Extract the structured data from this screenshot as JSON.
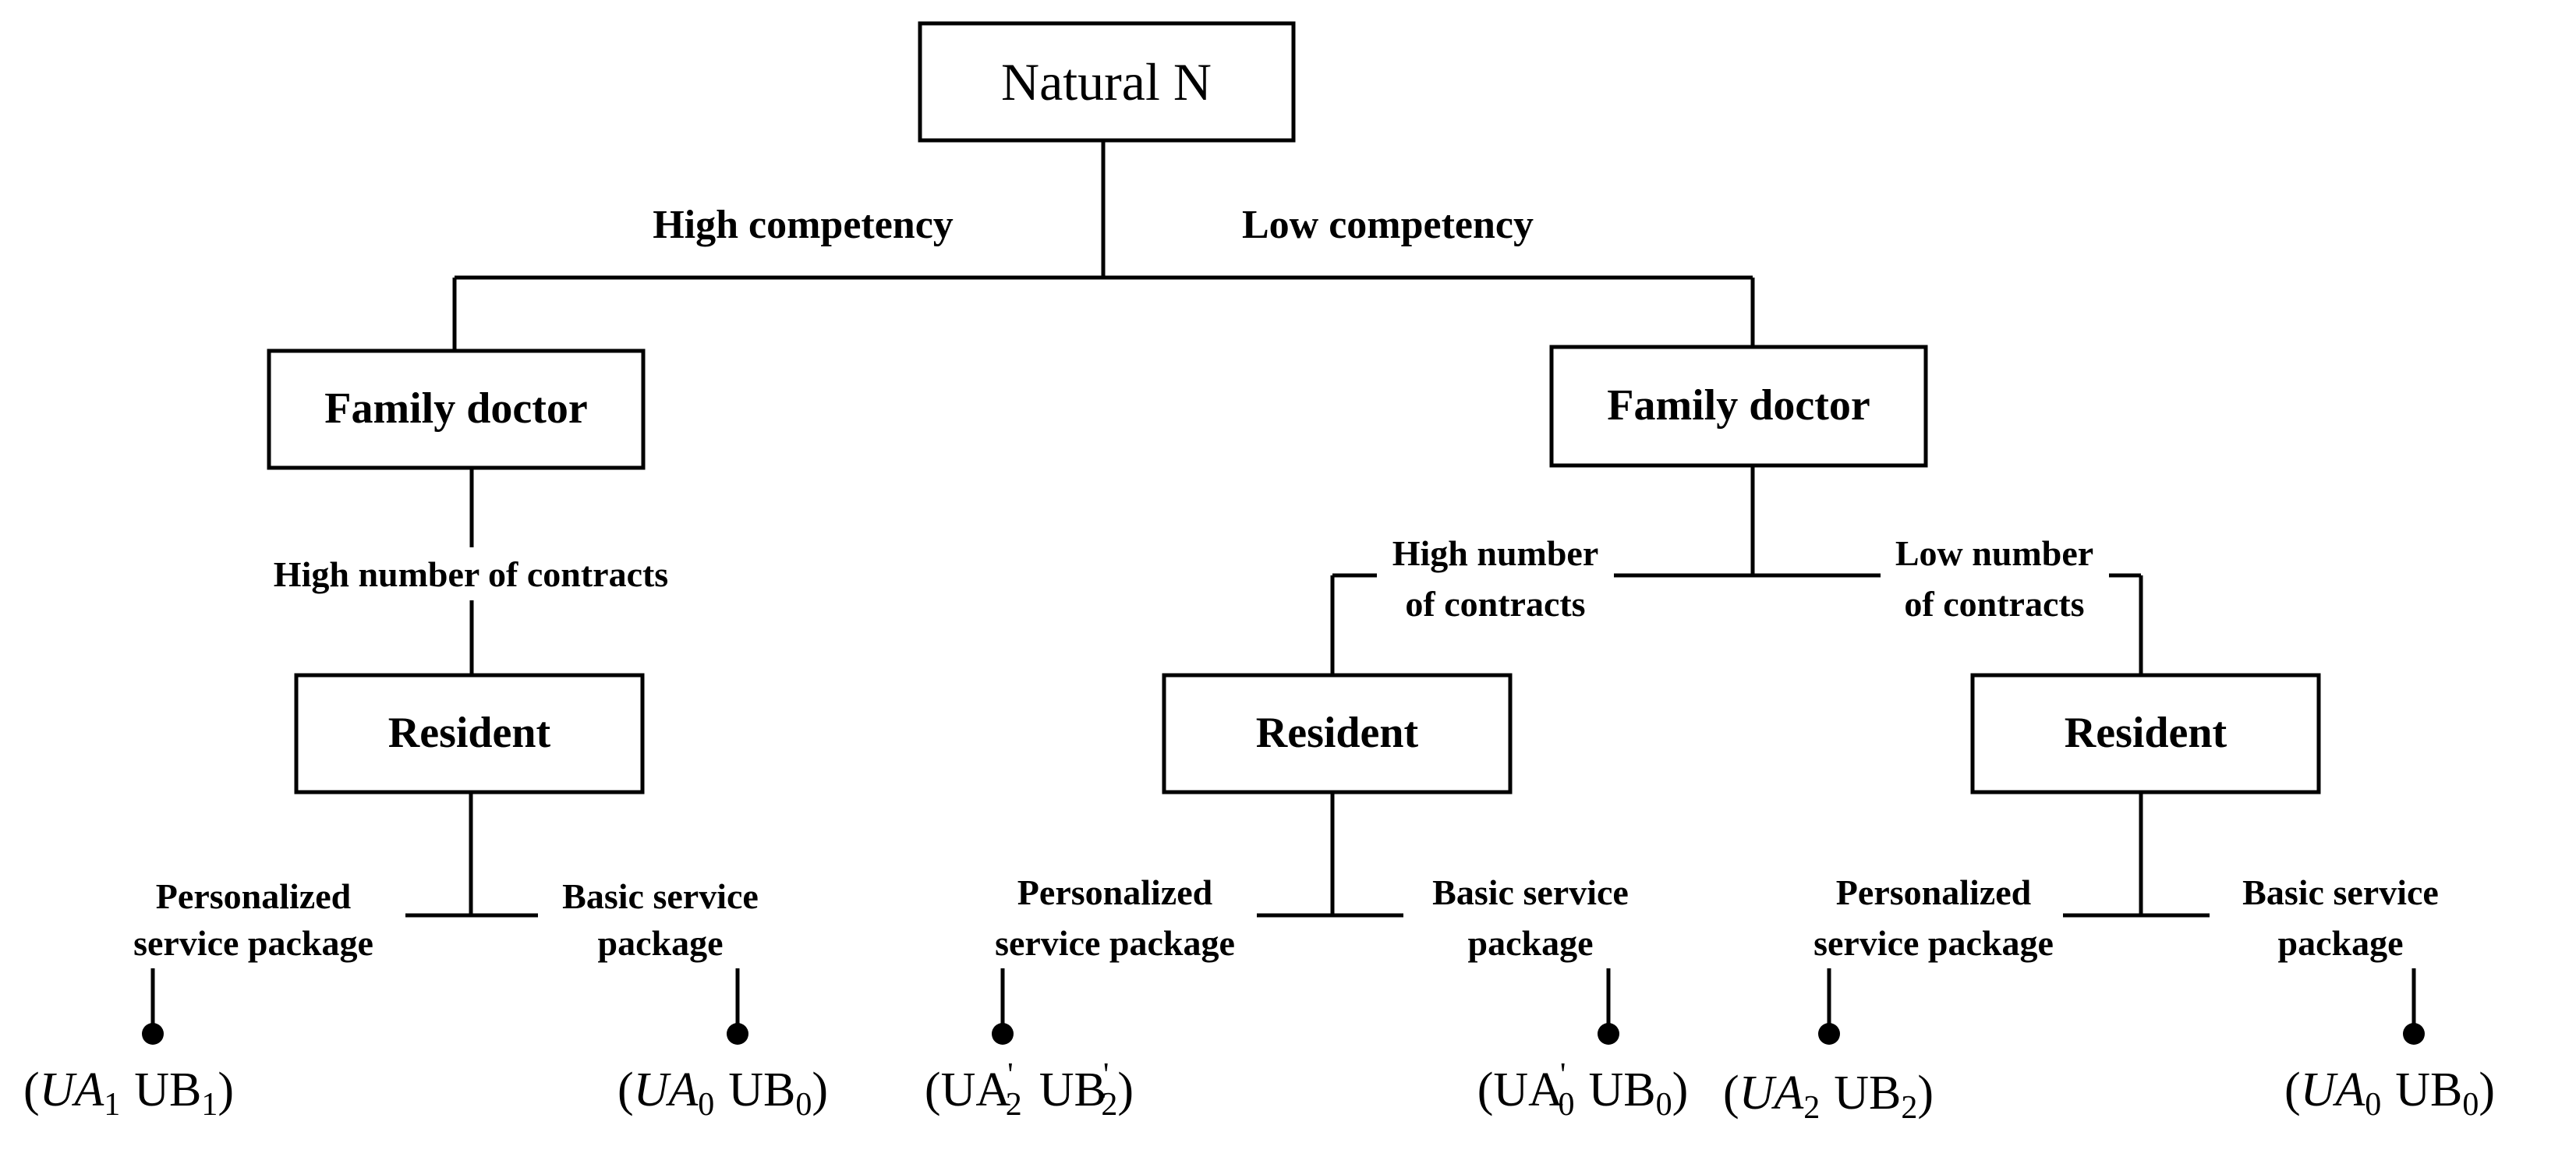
{
  "root": {
    "label": "Natural N"
  },
  "root_branches": {
    "left": "High competency",
    "right": "Low competency"
  },
  "family_doctor_left": {
    "label": "Family doctor"
  },
  "family_doctor_right": {
    "label": "Family doctor"
  },
  "left_contract_label": "High number of contracts",
  "right_contract_labels": {
    "high_line1": "High number",
    "high_line2": "of contracts",
    "low_line1": "Low number",
    "low_line2": "of contracts"
  },
  "residents": [
    {
      "label": "Resident"
    },
    {
      "label": "Resident"
    },
    {
      "label": "Resident"
    }
  ],
  "package_labels": {
    "personalized_line1": "Personalized",
    "personalized_line2": "service package",
    "basic_line1": "Basic service",
    "basic_line2": "package"
  },
  "payoffs": [
    {
      "a_main": "UA",
      "a_sub": "1",
      "a_sup": "",
      "b_main": "UB",
      "b_sub": "1",
      "b_sup": ""
    },
    {
      "a_main": "UA",
      "a_sub": "0",
      "a_sup": "",
      "b_main": "UB",
      "b_sub": "0",
      "b_sup": ""
    },
    {
      "a_main": "UA",
      "a_sub": "2",
      "a_sup": "'",
      "b_main": "UB",
      "b_sub": "2",
      "b_sup": "'"
    },
    {
      "a_main": "UA",
      "a_sub": "0",
      "a_sup": "'",
      "b_main": "UB",
      "b_sub": "0",
      "b_sup": ""
    },
    {
      "a_main": "UA",
      "a_sub": "2",
      "a_sup": "",
      "b_main": "UB",
      "b_sub": "2",
      "b_sup": ""
    },
    {
      "a_main": "UA",
      "a_sub": "0",
      "a_sup": "",
      "b_main": "UB",
      "b_sub": "0",
      "b_sup": ""
    }
  ]
}
